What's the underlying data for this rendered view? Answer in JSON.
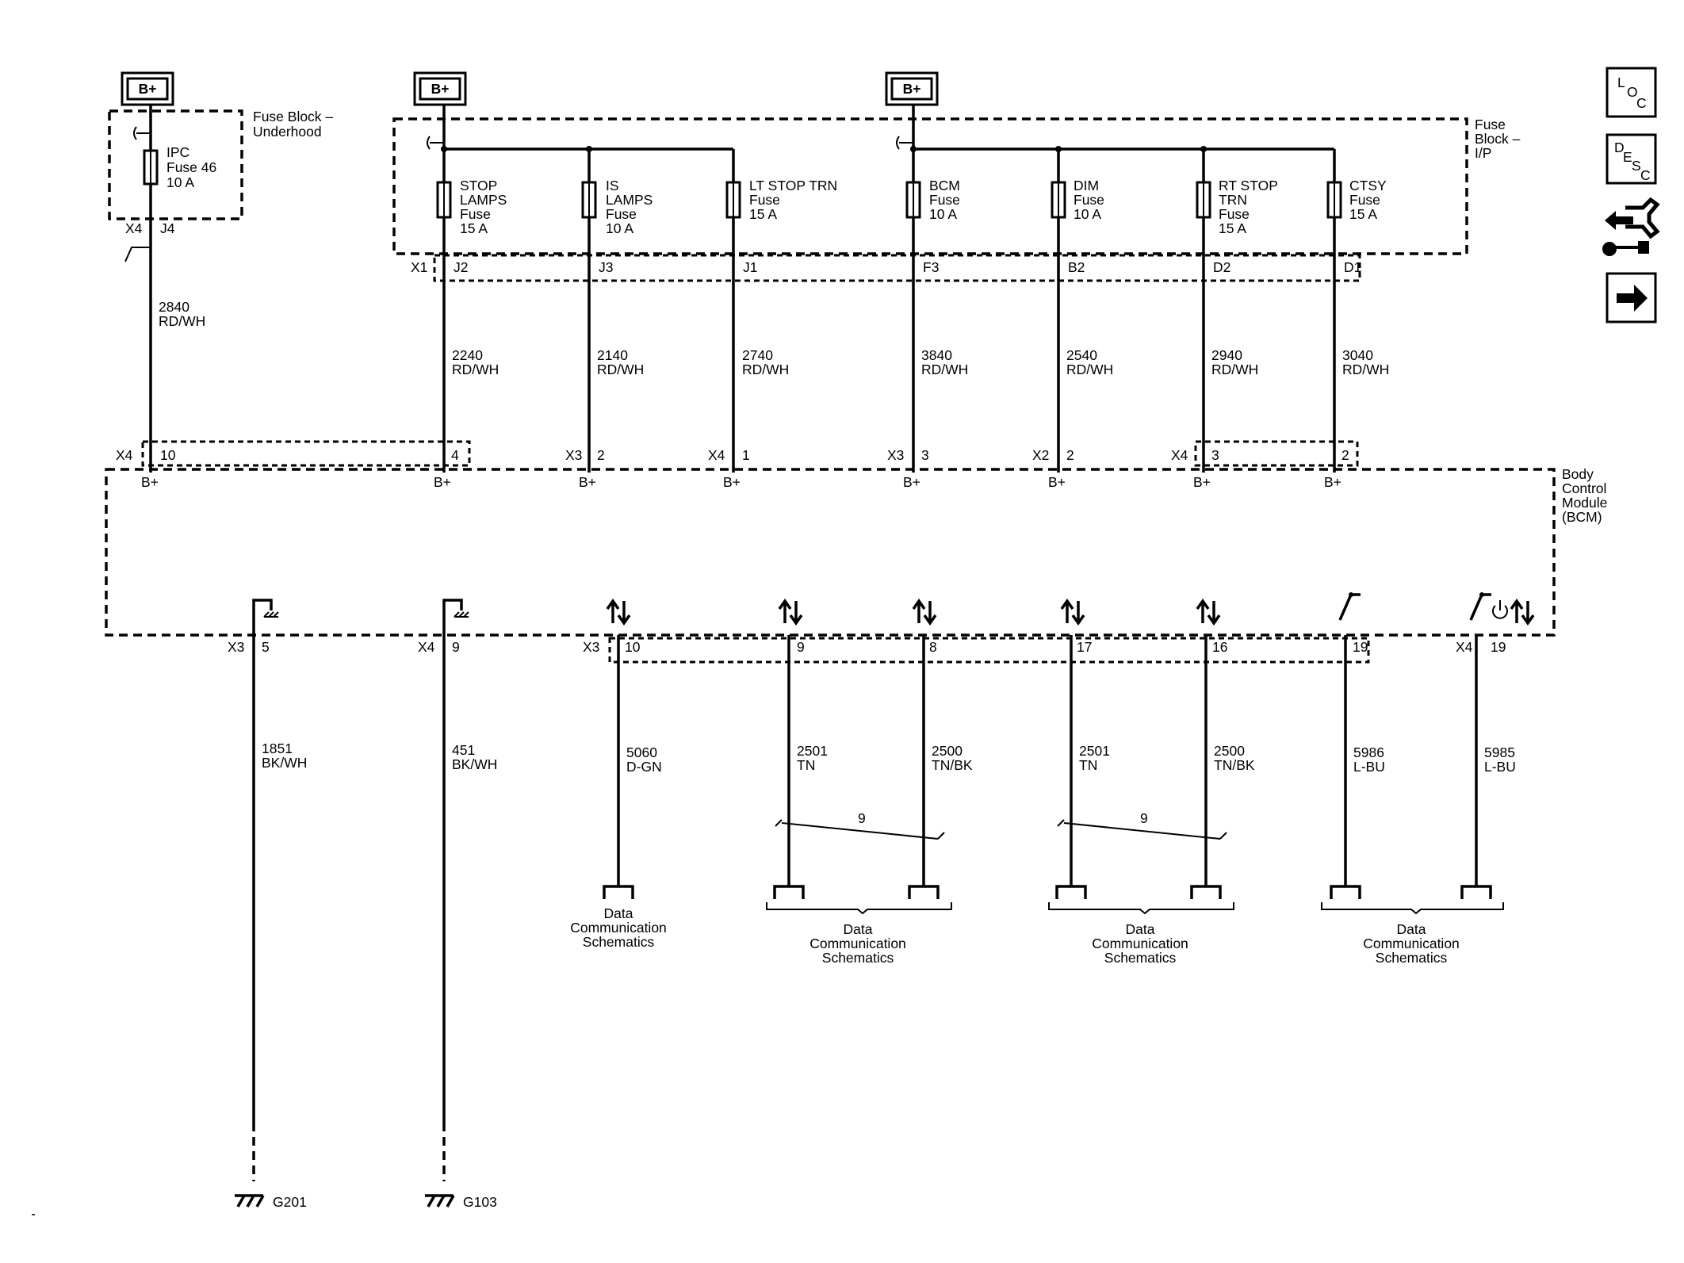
{
  "power_sources": [
    {
      "label": "B+"
    },
    {
      "label": "B+"
    },
    {
      "label": "B+"
    }
  ],
  "fuse_block_underhood": {
    "label_line1": "Fuse Block –",
    "label_line2": "Underhood"
  },
  "fuse_block_ip": {
    "label_line1": "Fuse",
    "label_line2": "Block –",
    "label_line3": "I/P"
  },
  "bcm_label": {
    "line1": "Body",
    "line2": "Control",
    "line3": "Module",
    "line4": "(BCM)"
  },
  "fuses": [
    {
      "lines": [
        "IPC",
        "Fuse 46",
        "10 A"
      ]
    },
    {
      "lines": [
        "STOP",
        "LAMPS",
        "Fuse",
        "15 A"
      ]
    },
    {
      "lines": [
        "IS",
        "LAMPS",
        "Fuse",
        "10 A"
      ]
    },
    {
      "lines": [
        "LT STOP TRN",
        "Fuse",
        "15 A"
      ]
    },
    {
      "lines": [
        "BCM",
        "Fuse",
        "10 A"
      ]
    },
    {
      "lines": [
        "DIM",
        "Fuse",
        "10 A"
      ]
    },
    {
      "lines": [
        "RT STOP",
        "TRN",
        "Fuse",
        "15 A"
      ]
    },
    {
      "lines": [
        "CTSY",
        "Fuse",
        "15 A"
      ]
    }
  ],
  "top_connectors": {
    "ipc": {
      "conn": "X4",
      "pin": "J4"
    },
    "ip_conn": "X1",
    "ip_pins": [
      "J2",
      "J3",
      "J1",
      "F3",
      "B2",
      "D2",
      "D1"
    ]
  },
  "upper_wires": [
    {
      "circuit": "2840",
      "color": "RD/WH"
    },
    {
      "circuit": "2240",
      "color": "RD/WH"
    },
    {
      "circuit": "2140",
      "color": "RD/WH"
    },
    {
      "circuit": "2740",
      "color": "RD/WH"
    },
    {
      "circuit": "3840",
      "color": "RD/WH"
    },
    {
      "circuit": "2540",
      "color": "RD/WH"
    },
    {
      "circuit": "2940",
      "color": "RD/WH"
    },
    {
      "circuit": "3040",
      "color": "RD/WH"
    }
  ],
  "bcm_upper_pins": [
    {
      "conn": "X4",
      "pin": "10",
      "func": "B+"
    },
    {
      "conn": "",
      "pin": "4",
      "func": "B+"
    },
    {
      "conn": "X3",
      "pin": "2",
      "func": "B+"
    },
    {
      "conn": "X4",
      "pin": "1",
      "func": "B+"
    },
    {
      "conn": "X3",
      "pin": "3",
      "func": "B+"
    },
    {
      "conn": "X2",
      "pin": "2",
      "func": "B+"
    },
    {
      "conn": "X4",
      "pin": "3",
      "func": "B+"
    },
    {
      "conn": "",
      "pin": "2",
      "func": "B+"
    }
  ],
  "bcm_lower_pins": [
    {
      "conn": "X3",
      "pin": "5"
    },
    {
      "conn": "X4",
      "pin": "9"
    },
    {
      "conn": "X3",
      "pin": "10"
    },
    {
      "conn": "",
      "pin": "9"
    },
    {
      "conn": "",
      "pin": "8"
    },
    {
      "conn": "",
      "pin": "17"
    },
    {
      "conn": "",
      "pin": "16"
    },
    {
      "conn": "",
      "pin": "19"
    },
    {
      "conn": "X4",
      "pin": "19"
    }
  ],
  "lower_wires": [
    {
      "circuit": "1851",
      "color": "BK/WH"
    },
    {
      "circuit": "451",
      "color": "BK/WH"
    },
    {
      "circuit": "5060",
      "color": "D-GN"
    },
    {
      "circuit": "2501",
      "color": "TN"
    },
    {
      "circuit": "2500",
      "color": "TN/BK"
    },
    {
      "circuit": "2501",
      "color": "TN"
    },
    {
      "circuit": "2500",
      "color": "TN/BK"
    },
    {
      "circuit": "5986",
      "color": "L-BU"
    },
    {
      "circuit": "5985",
      "color": "L-BU"
    }
  ],
  "twisted_pair_labels": [
    "9",
    "9"
  ],
  "grounds": [
    {
      "label": "G201"
    },
    {
      "label": "G103"
    }
  ],
  "data_comm_refs": [
    {
      "lines": [
        "Data",
        "Communication",
        "Schematics"
      ]
    },
    {
      "lines": [
        "Data",
        "Communication",
        "Schematics"
      ]
    },
    {
      "lines": [
        "Data",
        "Communication",
        "Schematics"
      ]
    },
    {
      "lines": [
        "Data",
        "Communication",
        "Schematics"
      ]
    }
  ],
  "nav_buttons": {
    "loc": {
      "l1": "L",
      "l2": "O",
      "l3": "C",
      "icon": "location-icon"
    },
    "desc": {
      "l1": "D",
      "l2": "E",
      "l3": "S",
      "l4": "C",
      "icon": "description-icon"
    },
    "connector_icon": "connector-wrench-icon",
    "next_icon": "next-arrow-icon"
  }
}
